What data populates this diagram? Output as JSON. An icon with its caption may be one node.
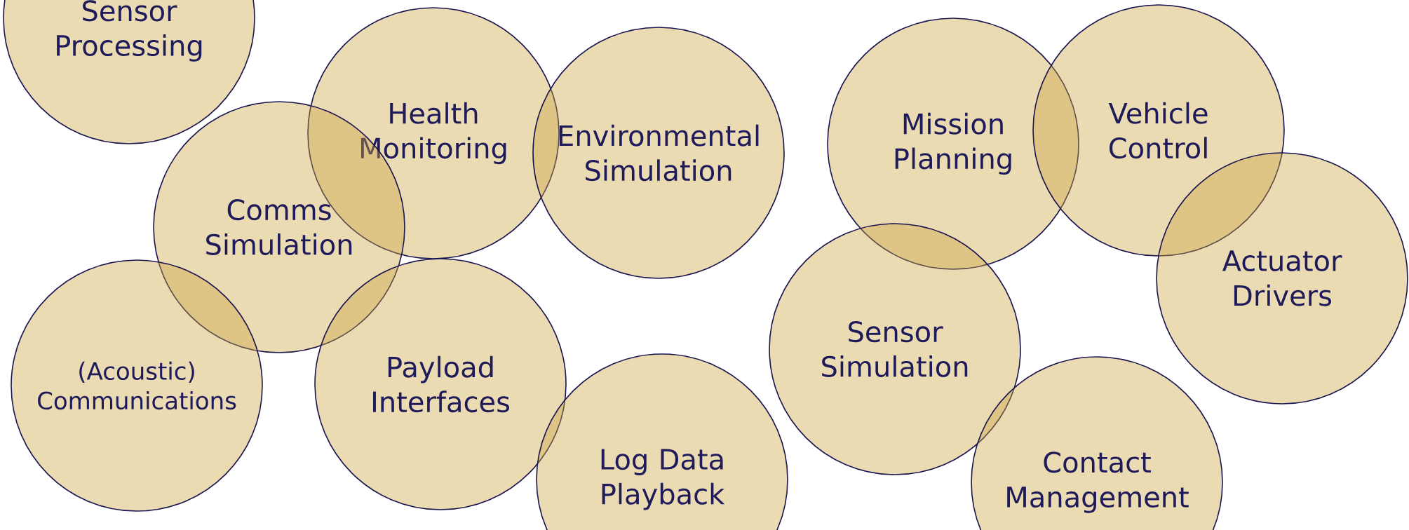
{
  "diagram": {
    "nodes": [
      {
        "text": [
          "Sensor Processing"
        ]
      },
      {
        "text": [
          "Health Monitoring"
        ]
      },
      {
        "text": [
          "Environmental Simulation"
        ]
      },
      {
        "text": [
          "Mission Planning"
        ]
      },
      {
        "text": [
          "Vehicle Control"
        ]
      },
      {
        "text": [
          "Comms Simulation"
        ]
      },
      {
        "text": [
          "Actuator Drivers"
        ]
      },
      {
        "text": [
          "(Acoustic) Communications"
        ]
      },
      {
        "text": [
          "Payload Interfaces"
        ]
      },
      {
        "text": [
          "Log Data Playback"
        ]
      },
      {
        "text": [
          "Sensor Simulation"
        ]
      },
      {
        "text": [
          "Contact Management"
        ]
      }
    ]
  }
}
